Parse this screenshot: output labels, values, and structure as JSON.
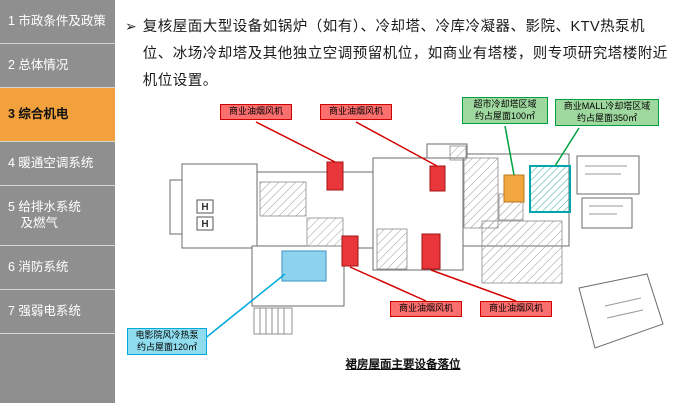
{
  "colors": {
    "sidebar_bg": "#8f8f8f",
    "sidebar_active_bg": "#f2a13c",
    "fan_red": "#e8363b",
    "cooling_green": "#00a040",
    "supermarket_orange": "#f2a63e",
    "mall_teal": "#00a5ad",
    "cinema_cyan": "#8ed3ee"
  },
  "sidebar": {
    "active_index": 2,
    "items": [
      {
        "label": "1 市政条件及政策"
      },
      {
        "label": "2 总体情况"
      },
      {
        "label": "3 综合机电"
      },
      {
        "label": "4 暖通空调系统"
      },
      {
        "label": "5 给排水系统\n　及燃气"
      },
      {
        "label": "6 消防系统"
      },
      {
        "label": "7 强弱电系统"
      }
    ]
  },
  "main": {
    "bullet": "➢",
    "paragraph": "复核屋面大型设备如锅炉（如有）、冷却塔、冷库冷凝器、影院、KTV热泵机位、冰场冷却塔及其他独立空调预留机位，如商业有塔楼，则专项研究塔楼附近机位设置。"
  },
  "diagram": {
    "caption": "裙房屋面主要设备落位",
    "labels": {
      "fan_top_left": "商业油烟风机",
      "fan_top_right": "商业油烟风机",
      "supermarket": "超市冷却塔区域\n约占屋面100㎡",
      "mall": "商业MALL冷却塔区域\n约占屋面350㎡",
      "fan_bottom_left": "商业油烟风机",
      "fan_bottom_right": "商业油烟风机",
      "cinema": "电影院风冷热泵\n约占屋面120㎡"
    }
  }
}
